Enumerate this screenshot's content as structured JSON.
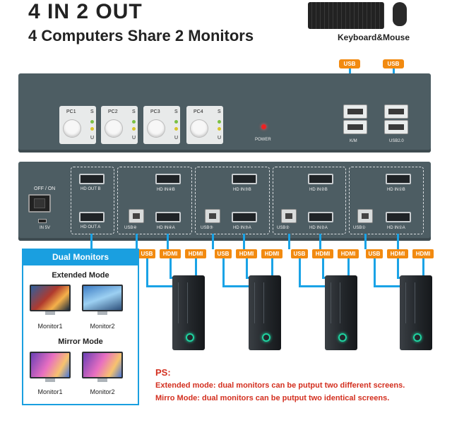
{
  "header": {
    "title": "4 IN 2 OUT",
    "subtitle": "4 Computers Share 2 Monitors"
  },
  "peripherals": {
    "label": "Keyboard&Mouse",
    "keyboard_icon": "keyboard-icon",
    "mouse_icon": "mouse-icon",
    "tags": [
      "USB",
      "USB"
    ]
  },
  "front_panel": {
    "pcs": [
      {
        "label": "PC1",
        "s": "S",
        "u": "U"
      },
      {
        "label": "PC2",
        "s": "S",
        "u": "U"
      },
      {
        "label": "PC3",
        "s": "S",
        "u": "U"
      },
      {
        "label": "PC4",
        "s": "S",
        "u": "U"
      }
    ],
    "power_label": "POWER",
    "km_label": "K/M",
    "usb2_label": "USB2.0"
  },
  "back_panel": {
    "switch_label": "OFF / ON",
    "dc_label": "IN 5V",
    "out_b": "HD OUT B",
    "out_a": "HD OUT A",
    "inputs_b": [
      "HD IN④B",
      "HD IN③B",
      "HD IN②B",
      "HD IN①B"
    ],
    "inputs_a": [
      "HD IN④A",
      "HD IN③A",
      "HD IN②A",
      "HD IN①A"
    ],
    "usb": [
      "USB④",
      "USB③",
      "USB②",
      "USB①"
    ]
  },
  "cable_tags": {
    "usb": "USB",
    "hdmi": "HDMI"
  },
  "modes": {
    "header": "Dual Monitors",
    "extended": {
      "title": "Extended Mode",
      "monitor1": "Monitor1",
      "monitor2": "Monitor2"
    },
    "mirror": {
      "title": "Mirror Mode",
      "monitor1": "Monitor1",
      "monitor2": "Monitor2"
    }
  },
  "notes": {
    "title": "PS:",
    "line1": "Extended mode: dual monitors can be putput two different screens.",
    "line2": "Mirro Mode:  dual monitors can be putput two identical screens."
  },
  "colors": {
    "device": "#4d5d63",
    "orange_tag": "#f28a10",
    "cable_blue": "#1a9fe0",
    "note_red": "#d32f1f"
  }
}
